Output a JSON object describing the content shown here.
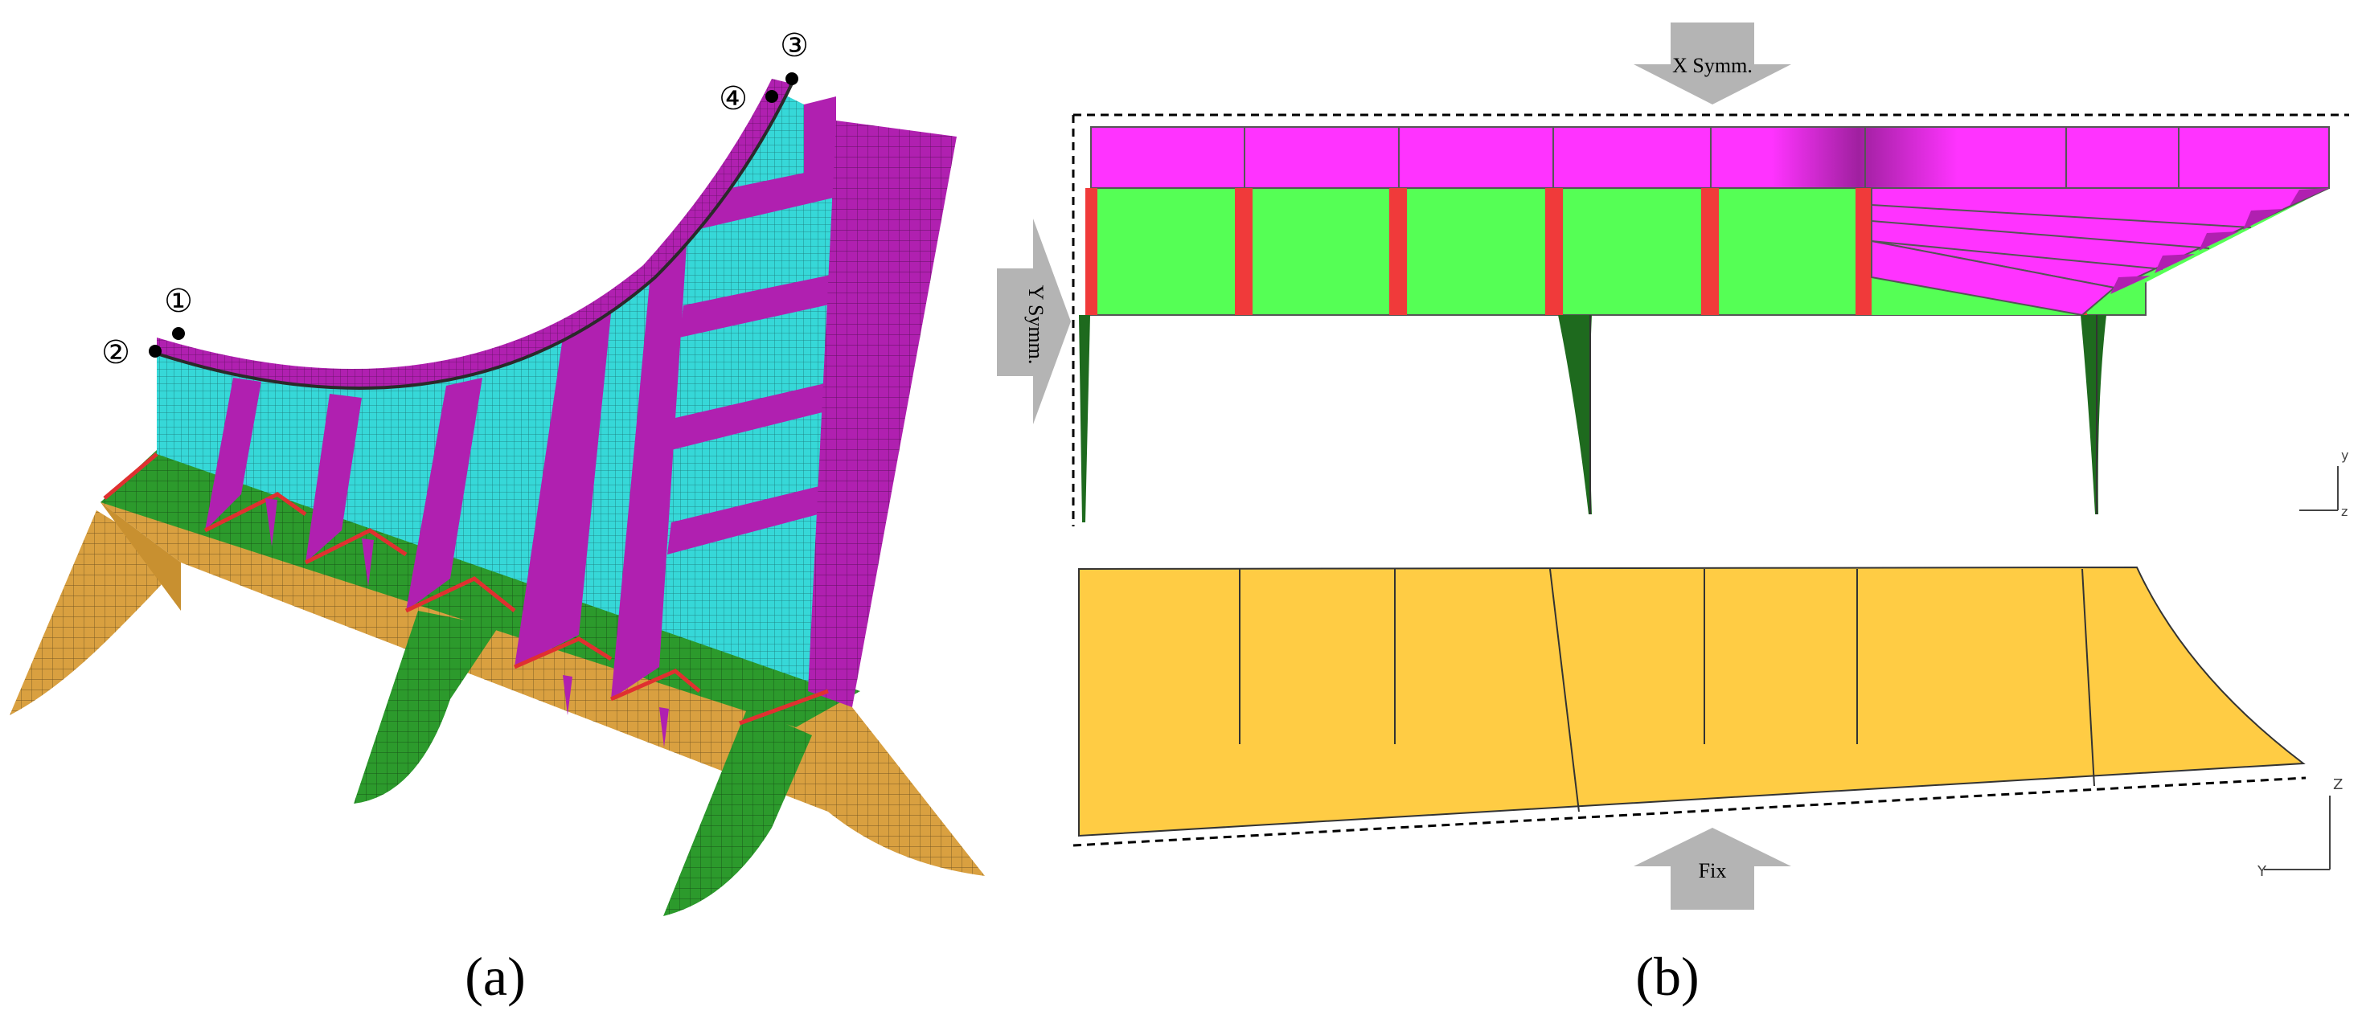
{
  "panels": {
    "a": {
      "label": "(a)"
    },
    "b": {
      "label": "(b)"
    }
  },
  "markers": [
    "①",
    "②",
    "③",
    "④"
  ],
  "boundary_conditions": {
    "x_symm": "X Symm.",
    "y_symm": "Y Symm.",
    "fix": "Fix"
  },
  "axis_labels": {
    "top_triad": {
      "v": "y",
      "h": "z"
    },
    "bottom_triad": {
      "v": "Z",
      "h": "Y"
    }
  },
  "colors": {
    "magenta_plate": "#ff33ff",
    "magenta_dark": "#b020b0",
    "green_plate": "#55ff55",
    "green_3d": "#2c9a2c",
    "red_flange": "#f03a3a",
    "cyan_web": "#36d8d8",
    "orange_base": "#ffcc44",
    "orange_3d": "#d9a040",
    "dark_green_bracket": "#1e6a1e",
    "arrow_gray": "#b4b4b4"
  }
}
